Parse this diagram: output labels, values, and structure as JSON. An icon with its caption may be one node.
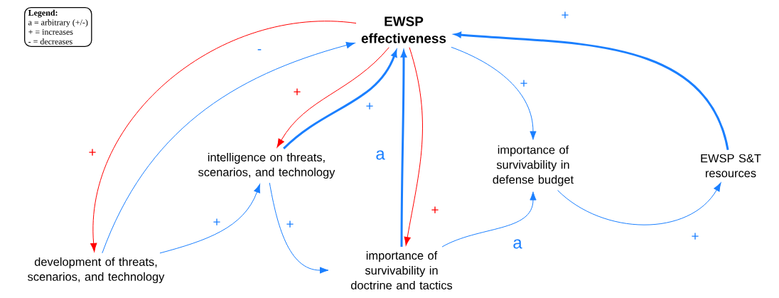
{
  "diagram": {
    "nodes": [
      {
        "text": [
          "EWSP effectiveness"
        ]
      },
      {
        "text": [
          "intelligence on threats, scenarios, and technology"
        ]
      },
      {
        "text": [
          "importance of survivability in defense budget"
        ]
      },
      {
        "text": [
          "EWSP S&T resources"
        ]
      },
      {
        "text": [
          "development of threats, scenarios, and technology"
        ]
      },
      {
        "text": [
          "importance of survivability in doctrine and tactics"
        ]
      }
    ],
    "edges": [
      {
        "from": 0,
        "to": 4,
        "arrow": "to",
        "label": "+",
        "color": "#ff0000"
      },
      {
        "from": 4,
        "to": 0,
        "arrow": "to",
        "label": "-"
      },
      {
        "from": 0,
        "to": 1,
        "arrow": "to",
        "label": "+",
        "color": "#ff0000"
      },
      {
        "from": 1,
        "to": 0,
        "arrow": "to",
        "label": "+",
        "style": "thick"
      },
      {
        "from": 5,
        "to": 0,
        "arrow": "to",
        "label": "a",
        "style": "thick"
      },
      {
        "from": 0,
        "to": 5,
        "arrow": "to",
        "label": "+",
        "color": "#ff0000"
      },
      {
        "from": 0,
        "to": 2,
        "arrow": "to",
        "label": "+"
      },
      {
        "from": 3,
        "to": 0,
        "arrow": "to",
        "label": "+",
        "style": "thick"
      },
      {
        "from": 4,
        "to": 1,
        "arrow": "to",
        "label": "+"
      },
      {
        "from": 1,
        "to": 5,
        "arrow": "to",
        "label": "+"
      },
      {
        "from": 5,
        "to": 2,
        "arrow": "to",
        "label": "a"
      },
      {
        "from": 2,
        "to": 3,
        "arrow": "to",
        "label": "+"
      }
    ],
    "labels": [
      "Legend:"
    ],
    "legend": [
      {
        "text": "a = arbitrary (+/-)"
      },
      {
        "text": "+ = increases"
      },
      {
        "text": "- = decreases"
      }
    ]
  }
}
